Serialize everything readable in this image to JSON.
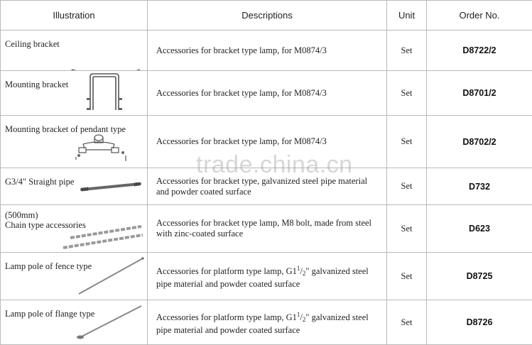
{
  "headers": {
    "illustration": "Illustration",
    "descriptions": "Descriptions",
    "unit": "Unit",
    "order_no": "Order No."
  },
  "rows": [
    {
      "name": "Ceiling bracket",
      "desc": "Accessories for bracket type lamp, for M0874/3",
      "unit": "Set",
      "order": "D8722/2",
      "icon": "ceiling-bracket-icon"
    },
    {
      "name": "Mounting bracket",
      "desc": "Accessories for bracket type lamp, for M0874/3",
      "unit": "Set",
      "order": "D8701/2",
      "icon": "mounting-bracket-icon"
    },
    {
      "name": "Mounting bracket of pendant type",
      "desc": "Accessories for bracket type lamp, for M0874/3",
      "unit": "Set",
      "order": "D8702/2",
      "icon": "pendant-bracket-icon"
    },
    {
      "name": "G3/4\" Straight pipe",
      "desc_l1": "Accessories for bracket type, galvanized steel pipe material",
      "desc_l2": "and powder coated surface",
      "unit": "Set",
      "order": "D732",
      "icon": "straight-pipe-icon"
    },
    {
      "name_l1": "(500mm)",
      "name_l2": "Chain type accessories",
      "desc_l1": "Accessories for bracket type lamp, M8 bolt, made from steel",
      "desc_l2": "with zinc-coated surface",
      "unit": "Set",
      "order": "D623",
      "icon": "chain-icon"
    },
    {
      "name": "Lamp pole of fence type",
      "desc_pre": "Accessories for platform type lamp, G1",
      "frac_num": "1",
      "frac_den": "2",
      "desc_post": "\" galvanized steel",
      "desc_l2": "pipe material and powder coated surface",
      "unit": "Set",
      "order": "D8725",
      "icon": "fence-pole-icon"
    },
    {
      "name": "Lamp pole of flange type",
      "desc_pre": "Accessories for platform type lamp, G1",
      "frac_num": "1",
      "frac_den": "2",
      "desc_post": "\" galvanized steel",
      "desc_l2": "pipe material and powder coated surface",
      "unit": "Set",
      "order": "D8726",
      "icon": "flange-pole-icon"
    }
  ],
  "watermark": "trade.china.cn"
}
